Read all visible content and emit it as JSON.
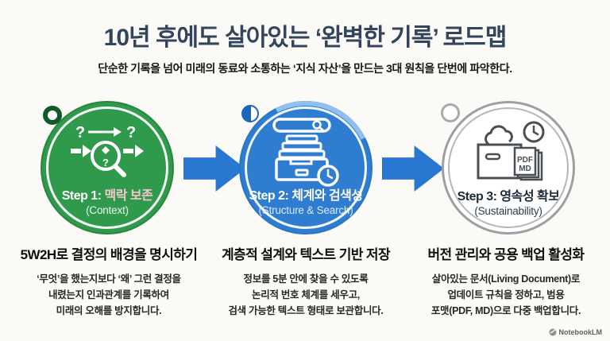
{
  "page": {
    "title": "10년 후에도 살아있는 ‘완벽한 기록’ 로드맵",
    "subtitle": "단순한 기록을 넘어 미래의 동료와 소통하는 ‘지식 자산’을 만드는 3대 원칙을 단번에 파악한다."
  },
  "steps": [
    {
      "badge": "Step 1:",
      "topic": "맥락 보존",
      "sublabel": "(Context)",
      "icon": "magnifier-question-icon",
      "circle_color": "#2f9a4b",
      "heading": "5W2H로 결정의 배경을 명시하기",
      "body": "‘무엇’을 했는지보다 ‘왜’ 그런 결정을\n내렸는지 인과관계를 기록하여\n미래의 오해를 방지합니다."
    },
    {
      "badge": "Step 2:",
      "topic": "체계와 검색성",
      "sublabel": "(Structure & Search)",
      "icon": "search-archive-clock-icon",
      "circle_color": "#2e7dd1",
      "heading": "계층적 설계와 텍스트 기반 저장",
      "body": "정보를 5분 안에 찾을 수 있도록\n논리적 번호 체계를 세우고,\n검색 가능한 텍스트 형태로 보관합니다."
    },
    {
      "badge": "Step 3:",
      "topic": "영속성 확보",
      "sublabel": "(Sustainability)",
      "icon": "box-cloud-pdf-icon",
      "circle_color": "#ffffff",
      "heading": "버전 관리와 공용 백업 활성화",
      "body": "살아있는 문서(Living Document)로\n업데이트 규칙을 정하고, 범용\n포맷(PDF, MD)으로 다중 백업합니다."
    }
  ],
  "icon_labels": {
    "pdf": "PDF",
    "md": "MD"
  },
  "footer": {
    "brand": "NotebookLM"
  },
  "colors": {
    "background": "#fbfaf7",
    "title": "#32455c",
    "green": "#2f9a4b",
    "blue": "#2e7dd1",
    "arrow": "#2878d2",
    "gray_ring": "#9ba0a2",
    "step1_topic_pink": "#f6c6cf"
  }
}
